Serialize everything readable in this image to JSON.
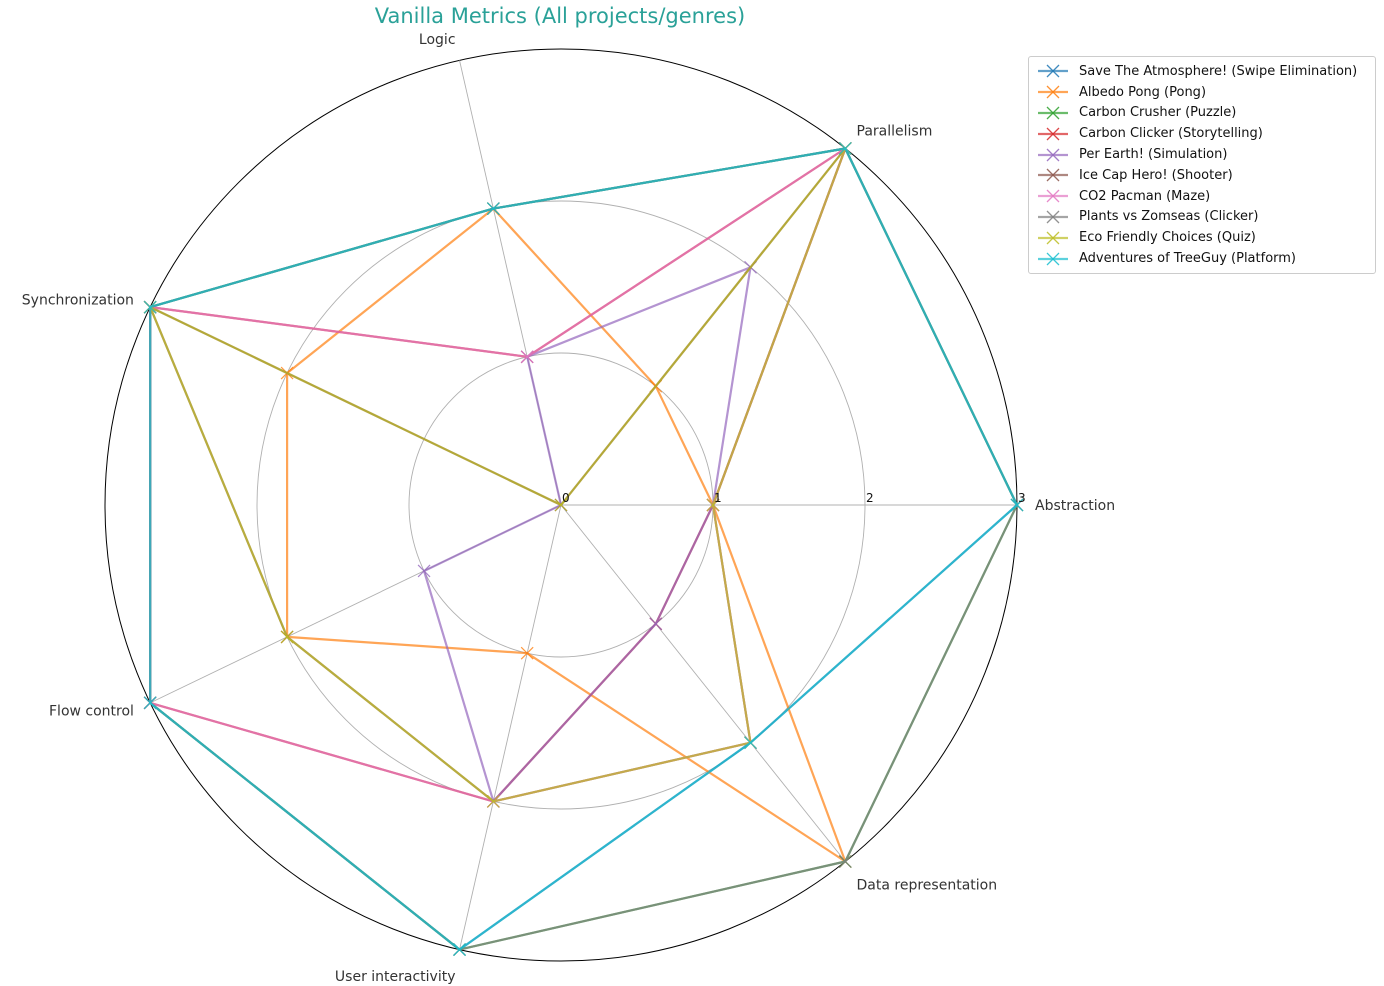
{
  "chart_data": {
    "type": "radar",
    "title": "Vanilla Metrics (All projects/genres)",
    "axes": [
      "Abstraction",
      "Parallelism",
      "Logic",
      "Synchronization",
      "Flow control",
      "User interactivity",
      "Data representation"
    ],
    "rticks": [
      0,
      1,
      2,
      3
    ],
    "rlim": [
      0,
      3
    ],
    "grid": true,
    "legend_position": "outside-upper-right",
    "series": [
      {
        "name": "Save The Atmosphere! (Swipe Elimination)",
        "color": "#1f77b4",
        "values": [
          3,
          3,
          2,
          3,
          3,
          3,
          2
        ]
      },
      {
        "name": "Albedo Pong (Pong)",
        "color": "#ff7f0e",
        "values": [
          1,
          1,
          2,
          2,
          2,
          1,
          3
        ]
      },
      {
        "name": "Carbon Crusher (Puzzle)",
        "color": "#2ca02c",
        "values": [
          3,
          3,
          2,
          3,
          3,
          3,
          3
        ]
      },
      {
        "name": "Carbon Clicker (Storytelling)",
        "color": "#d62728",
        "values": [
          1,
          3,
          1,
          3,
          3,
          2,
          1
        ]
      },
      {
        "name": "Per Earth! (Simulation)",
        "color": "#9467bd",
        "values": [
          1,
          2,
          1,
          0,
          1,
          2,
          1
        ]
      },
      {
        "name": "Ice Cap Hero! (Shooter)",
        "color": "#8c564b",
        "values": [
          1,
          3,
          0,
          3,
          2,
          2,
          2
        ]
      },
      {
        "name": "CO2 Pacman (Maze)",
        "color": "#e377c2",
        "values": [
          1,
          3,
          1,
          3,
          3,
          2,
          2
        ]
      },
      {
        "name": "Plants vs Zomseas (Clicker)",
        "color": "#7f7f7f",
        "values": [
          3,
          3,
          2,
          3,
          3,
          3,
          3
        ]
      },
      {
        "name": "Eco Friendly Choices (Quiz)",
        "color": "#bcbd22",
        "values": [
          1,
          3,
          0,
          3,
          2,
          2,
          2
        ]
      },
      {
        "name": "Adventures of TreeGuy (Platform)",
        "color": "#17becf",
        "values": [
          3,
          3,
          2,
          3,
          3,
          3,
          2
        ]
      }
    ]
  }
}
